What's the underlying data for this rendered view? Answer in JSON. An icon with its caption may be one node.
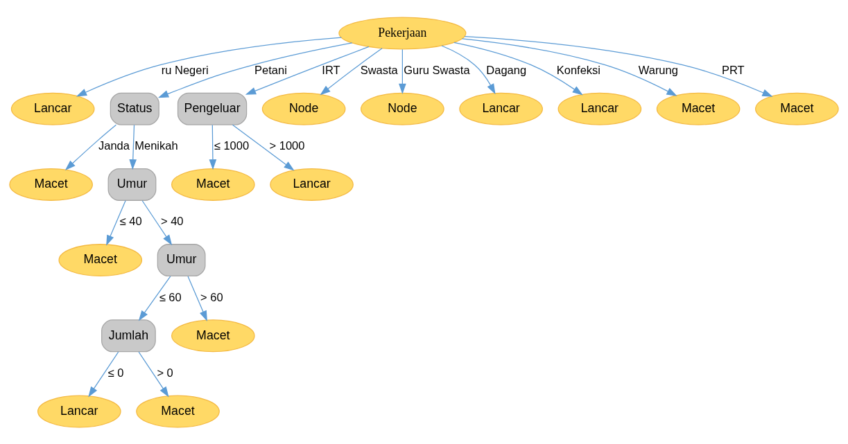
{
  "diagram": {
    "nodes": [
      {
        "text": [
          "Pekerjaan"
        ]
      },
      {
        "text": [
          "Lancar"
        ]
      },
      {
        "text": [
          "Status"
        ]
      },
      {
        "text": [
          "Pengeluar"
        ]
      },
      {
        "text": [
          "Node"
        ]
      },
      {
        "text": [
          "Node"
        ]
      },
      {
        "text": [
          "Lancar"
        ]
      },
      {
        "text": [
          "Lancar"
        ]
      },
      {
        "text": [
          "Macet"
        ]
      },
      {
        "text": [
          "Macet"
        ]
      },
      {
        "text": [
          "Macet"
        ]
      },
      {
        "text": [
          "Umur"
        ]
      },
      {
        "text": [
          "Macet"
        ]
      },
      {
        "text": [
          "Lancar"
        ]
      },
      {
        "text": [
          "Macet"
        ]
      },
      {
        "text": [
          "Umur"
        ]
      },
      {
        "text": [
          "Jumlah"
        ]
      },
      {
        "text": [
          "Macet"
        ]
      },
      {
        "text": [
          "Lancar"
        ]
      },
      {
        "text": [
          "Macet"
        ]
      }
    ],
    "edges": [
      {
        "from": 0,
        "to": 1,
        "arrow": "to",
        "label": "ru Negeri"
      },
      {
        "from": 0,
        "to": 2,
        "arrow": "to",
        "label": "Petani"
      },
      {
        "from": 0,
        "to": 3,
        "arrow": "to",
        "label": "IRT"
      },
      {
        "from": 0,
        "to": 4,
        "arrow": "to",
        "label": "Swasta"
      },
      {
        "from": 0,
        "to": 5,
        "arrow": "to",
        "label": "Guru Swasta"
      },
      {
        "from": 0,
        "to": 6,
        "arrow": "to",
        "label": "Dagang"
      },
      {
        "from": 0,
        "to": 7,
        "arrow": "to",
        "label": "Konfeksi"
      },
      {
        "from": 0,
        "to": 8,
        "arrow": "to",
        "label": "Warung"
      },
      {
        "from": 0,
        "to": 9,
        "arrow": "to",
        "label": "PRT"
      },
      {
        "from": 2,
        "to": 10,
        "arrow": "to",
        "label": "Janda"
      },
      {
        "from": 2,
        "to": 11,
        "arrow": "to",
        "label": "Menikah"
      },
      {
        "from": 3,
        "to": 12,
        "arrow": "to",
        "label": "≤ 1000"
      },
      {
        "from": 3,
        "to": 13,
        "arrow": "to",
        "label": "> 1000"
      },
      {
        "from": 11,
        "to": 14,
        "arrow": "to",
        "label": "≤ 40"
      },
      {
        "from": 11,
        "to": 15,
        "arrow": "to",
        "label": "> 40"
      },
      {
        "from": 15,
        "to": 16,
        "arrow": "to",
        "label": "≤ 60"
      },
      {
        "from": 15,
        "to": 17,
        "arrow": "to",
        "label": "> 60"
      },
      {
        "from": 16,
        "to": 18,
        "arrow": "to",
        "label": "≤ 0"
      },
      {
        "from": 16,
        "to": 19,
        "arrow": "to",
        "label": "> 0"
      }
    ]
  }
}
